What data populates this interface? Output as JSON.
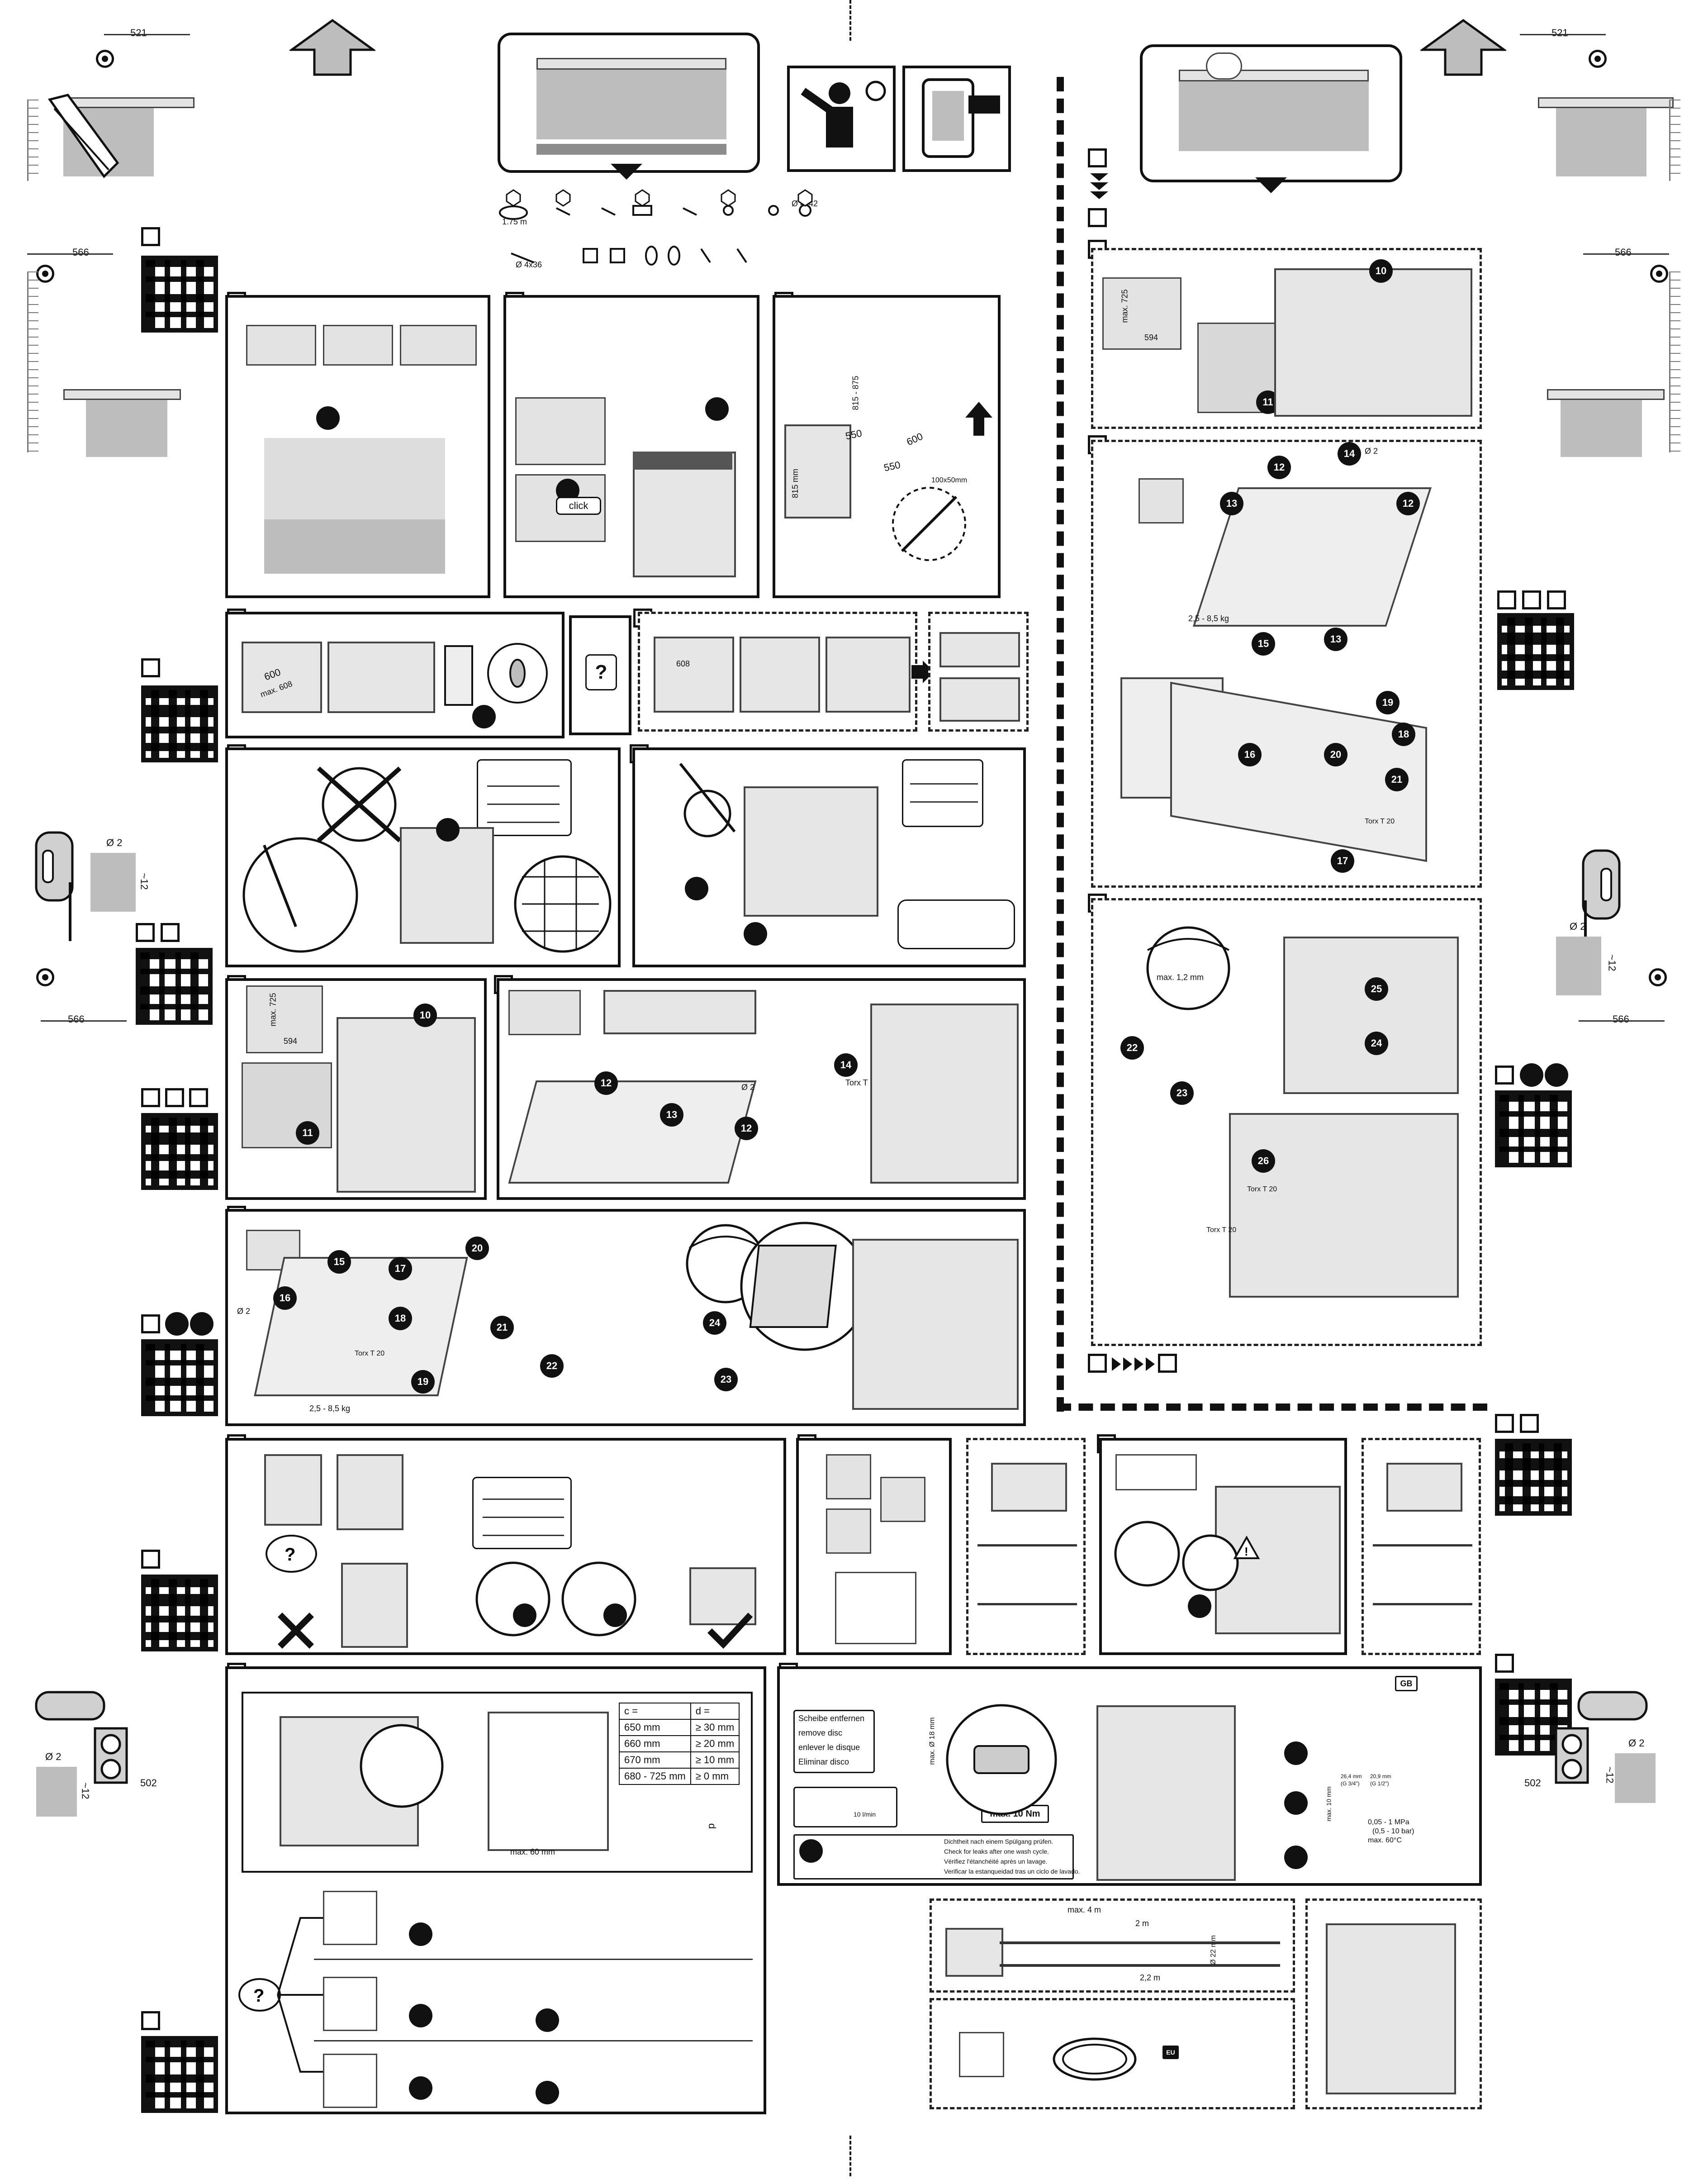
{
  "dimensions": {
    "top_left": "521",
    "top_right": "521",
    "mid_left": "566",
    "mid_right": "566",
    "left_drill_mid": "566",
    "right_drill_mid": "566",
    "bottom_left": "502",
    "bottom_right": "502"
  },
  "drill": {
    "diameter": "Ø 2",
    "depth": "~12"
  },
  "accessories": {
    "hose_length": "1.75 m",
    "screw_a": "Ø 4x42",
    "screw_b": "Ø 4x36"
  },
  "panel_install": {
    "width_label": "600",
    "max_label": "max. 608",
    "click_label": "click",
    "dims_550a": "550",
    "dims_550b": "550",
    "dims_600": "600",
    "dims_815": "815 - 875",
    "dims_815b": "815 mm",
    "dims_100": "100x50mm",
    "dims_608": "608"
  },
  "template": {
    "height_label": "max. 725",
    "width_label": "594",
    "torx": "Torx T 20",
    "weight": "2,5 - 8,5 kg",
    "gap": "max. 1,2 mm",
    "drill_small": "Ø 2"
  },
  "steps": {
    "s10": "10",
    "s11": "11",
    "s12": "12",
    "s13": "13",
    "s14": "14",
    "s15": "15",
    "s16": "16",
    "s17": "17",
    "s18": "18",
    "s19": "19",
    "s20": "20",
    "s21": "21",
    "s22": "22",
    "s23": "23",
    "s24": "24",
    "s25": "25",
    "s26": "26"
  },
  "height_table": {
    "header_c": "c =",
    "header_d": "d =",
    "rows": [
      {
        "c": "650 mm",
        "d": "≥ 30 mm"
      },
      {
        "c": "660 mm",
        "d": "≥ 20 mm"
      },
      {
        "c": "670 mm",
        "d": "≥ 10 mm"
      },
      {
        "c": "680 - 725 mm",
        "d": "≥ 0 mm"
      }
    ],
    "max60": "max. 60 mm",
    "dimension_d": "d"
  },
  "water": {
    "remove_disc": [
      "Scheibe entfernen",
      "remove disc",
      "enlever le disque",
      "Eliminar disco"
    ],
    "max_torque": "max. 10 Nm",
    "torque_small": "10 l/min",
    "leak_check": [
      "Dichtheit nach einem Spülgang prüfen.",
      "Check for leaks after one wash cycle.",
      "Vérifiez l'étanchéité après un lavage.",
      "Verificar la estanqueidad tras un ciclo de lavado."
    ],
    "diameter_18": "max. Ø 18 mm",
    "gb_label": "GB",
    "max10mm": "max. 10 mm",
    "pressure": "0,05 - 1 MPa",
    "pressure_bar": "(0,5 - 10 bar)",
    "max_temp": "max. 60°C",
    "thread_a": "26,4 mm",
    "thread_a2": "(G 3/4\")",
    "thread_b": "20,9 mm",
    "thread_b2": "(G 1/2\")"
  },
  "hose": {
    "max4": "max. 4 m",
    "len2": "2 m",
    "len22": "2,2 m",
    "dia22": "Ø 22 mm"
  },
  "power": {
    "eu_label": "EU"
  },
  "misc": {
    "question": "?"
  }
}
